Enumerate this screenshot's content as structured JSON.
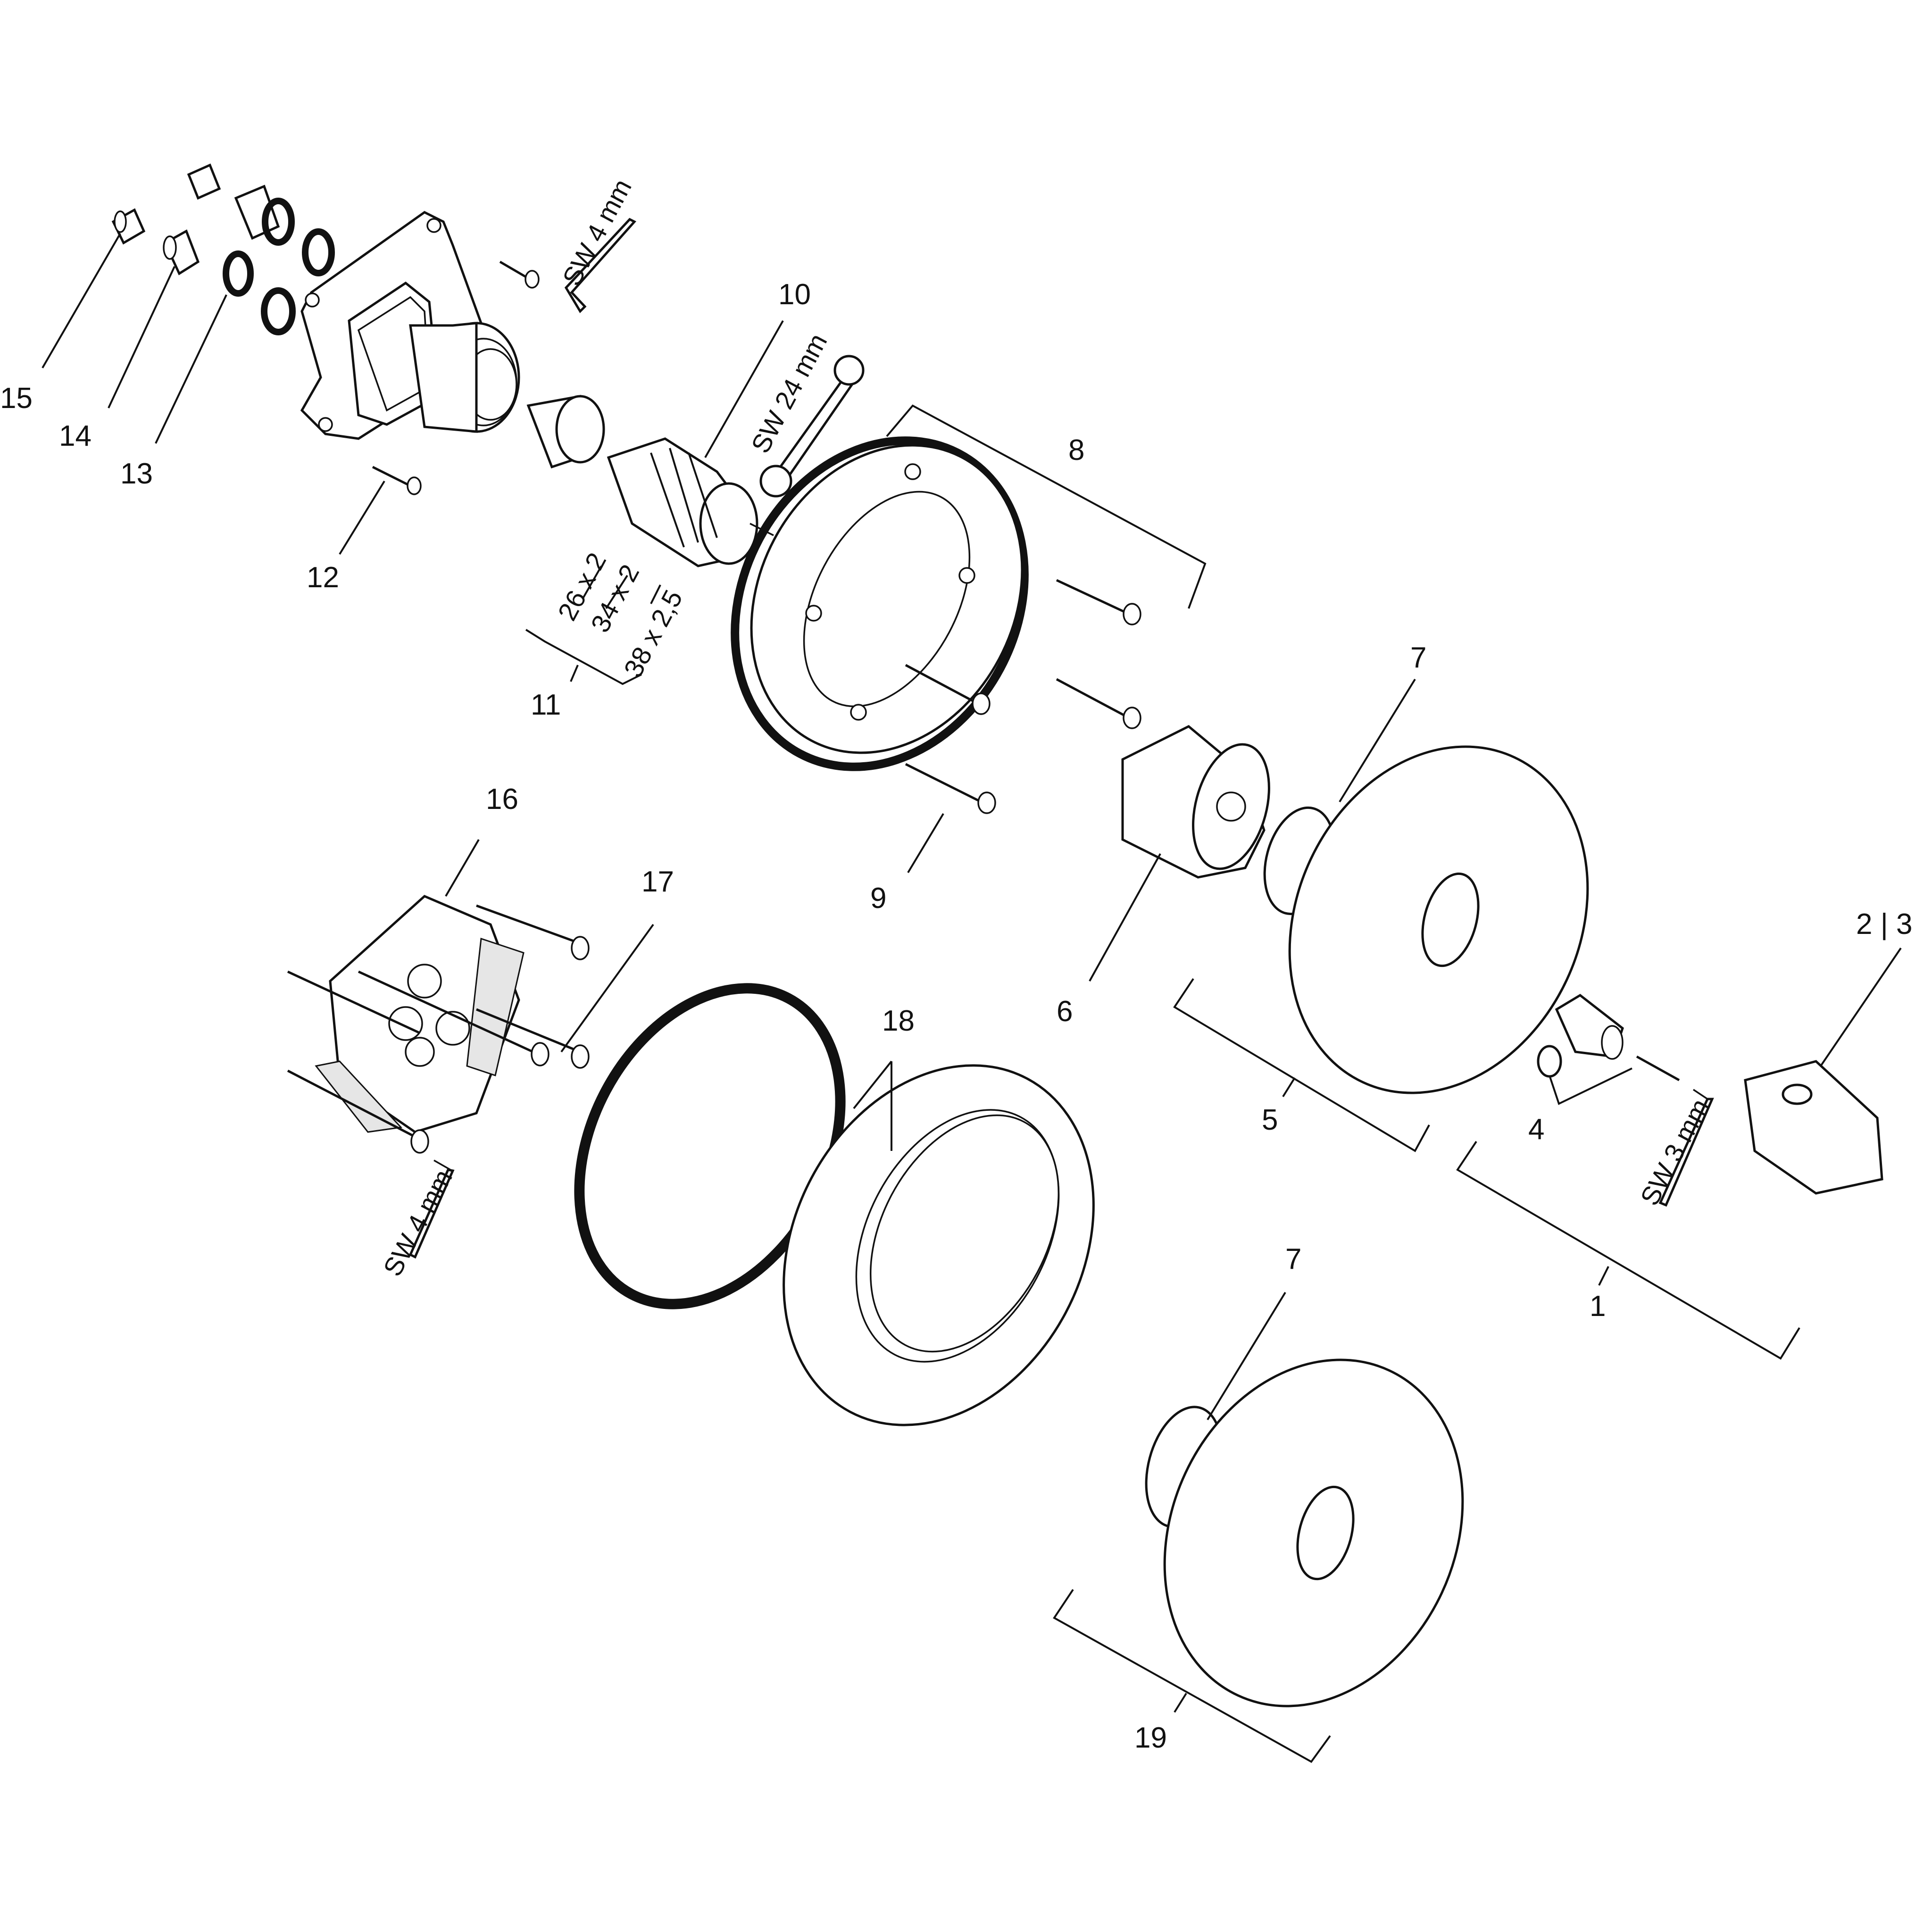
{
  "labels": {
    "p1": "1",
    "p2_3": "2 | 3",
    "p4": "4",
    "p5": "5",
    "p6": "6",
    "p7a": "7",
    "p7b": "7",
    "p8": "8",
    "p9": "9",
    "p10": "10",
    "p11": "11",
    "p12": "12",
    "p13": "13",
    "p14": "14",
    "p15": "15",
    "p16": "16",
    "p17": "17",
    "p18": "18",
    "p19": "19"
  },
  "tools": {
    "sw4_top": "SW 4 mm",
    "sw24": "SW 24 mm",
    "sw3": "SW 3 mm",
    "sw4_bottom": "SW 4 mm"
  },
  "dimensions": {
    "d1": "26 x 2",
    "d2": "34 x 2",
    "d3": "38 x 2,5"
  }
}
